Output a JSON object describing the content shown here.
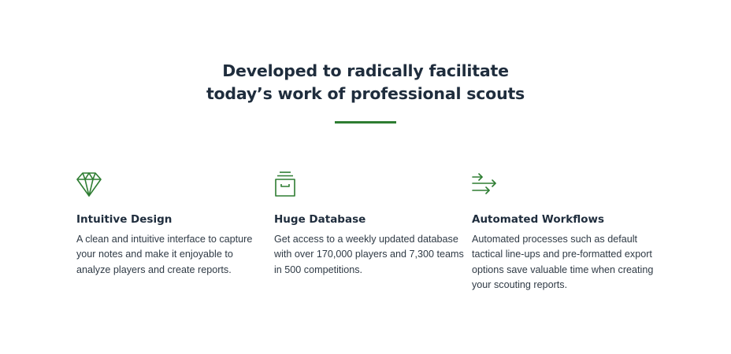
{
  "heading": {
    "line1": "Developed to radically facilitate",
    "line2": "today’s work of professional scouts"
  },
  "colors": {
    "accent": "#2e7d32",
    "text": "#1f2d3d"
  },
  "features": [
    {
      "icon": "diamond-icon",
      "title": "Intuitive Design",
      "description_lines": [
        "A clean and intuitive interface to capture",
        "your notes and make it enjoyable to",
        "analyze players and create reports."
      ]
    },
    {
      "icon": "archive-box-icon",
      "title": "Huge Database",
      "description_lines": [
        "Get access to a weekly updated database",
        "with over 170,000 players and 7,300 teams",
        "in 500 competitions."
      ]
    },
    {
      "icon": "arrows-right-icon",
      "title": "Automated Workflows",
      "description_lines": [
        "Automated processes such as default",
        "tactical line-ups and pre-formatted export",
        "options save valuable time when creating",
        "your scouting reports."
      ]
    }
  ]
}
